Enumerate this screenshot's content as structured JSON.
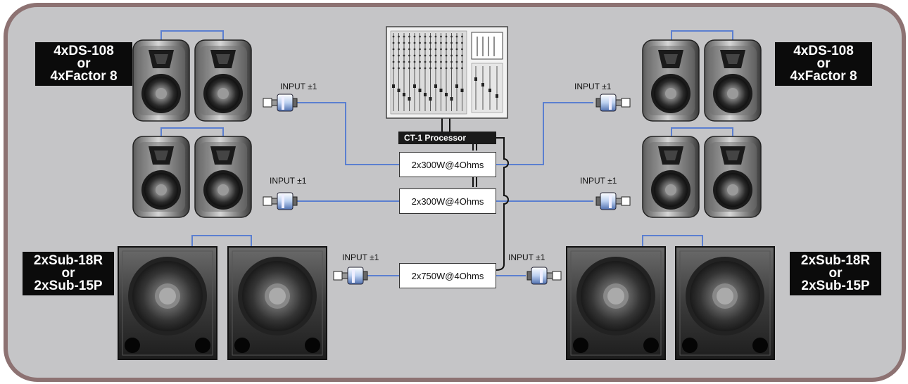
{
  "labels": {
    "top_left": [
      "4xDS-108",
      "or",
      "4xFactor 8"
    ],
    "top_right": [
      "4xDS-108",
      "or",
      "4xFactor 8"
    ],
    "bottom_left": [
      "2xSub-18R",
      "or",
      "2xSub-15P"
    ],
    "bottom_right": [
      "2xSub-18R",
      "or",
      "2xSub-15P"
    ]
  },
  "processor": "CT-1 Processor",
  "amps": [
    "2x300W@4Ohms",
    "2x300W@4Ohms",
    "2x750W@4Ohms"
  ],
  "input_label": "INPUT ±1",
  "colors": {
    "cable_blue": "#5b7fd0",
    "border": "#8d7272",
    "background": "#c5c5c7",
    "label_bg": "#0b0b0b"
  },
  "icons": [
    "mixer-console-icon",
    "speaker-cabinet-icon",
    "subwoofer-cabinet-icon",
    "xlr-connector-icon"
  ]
}
